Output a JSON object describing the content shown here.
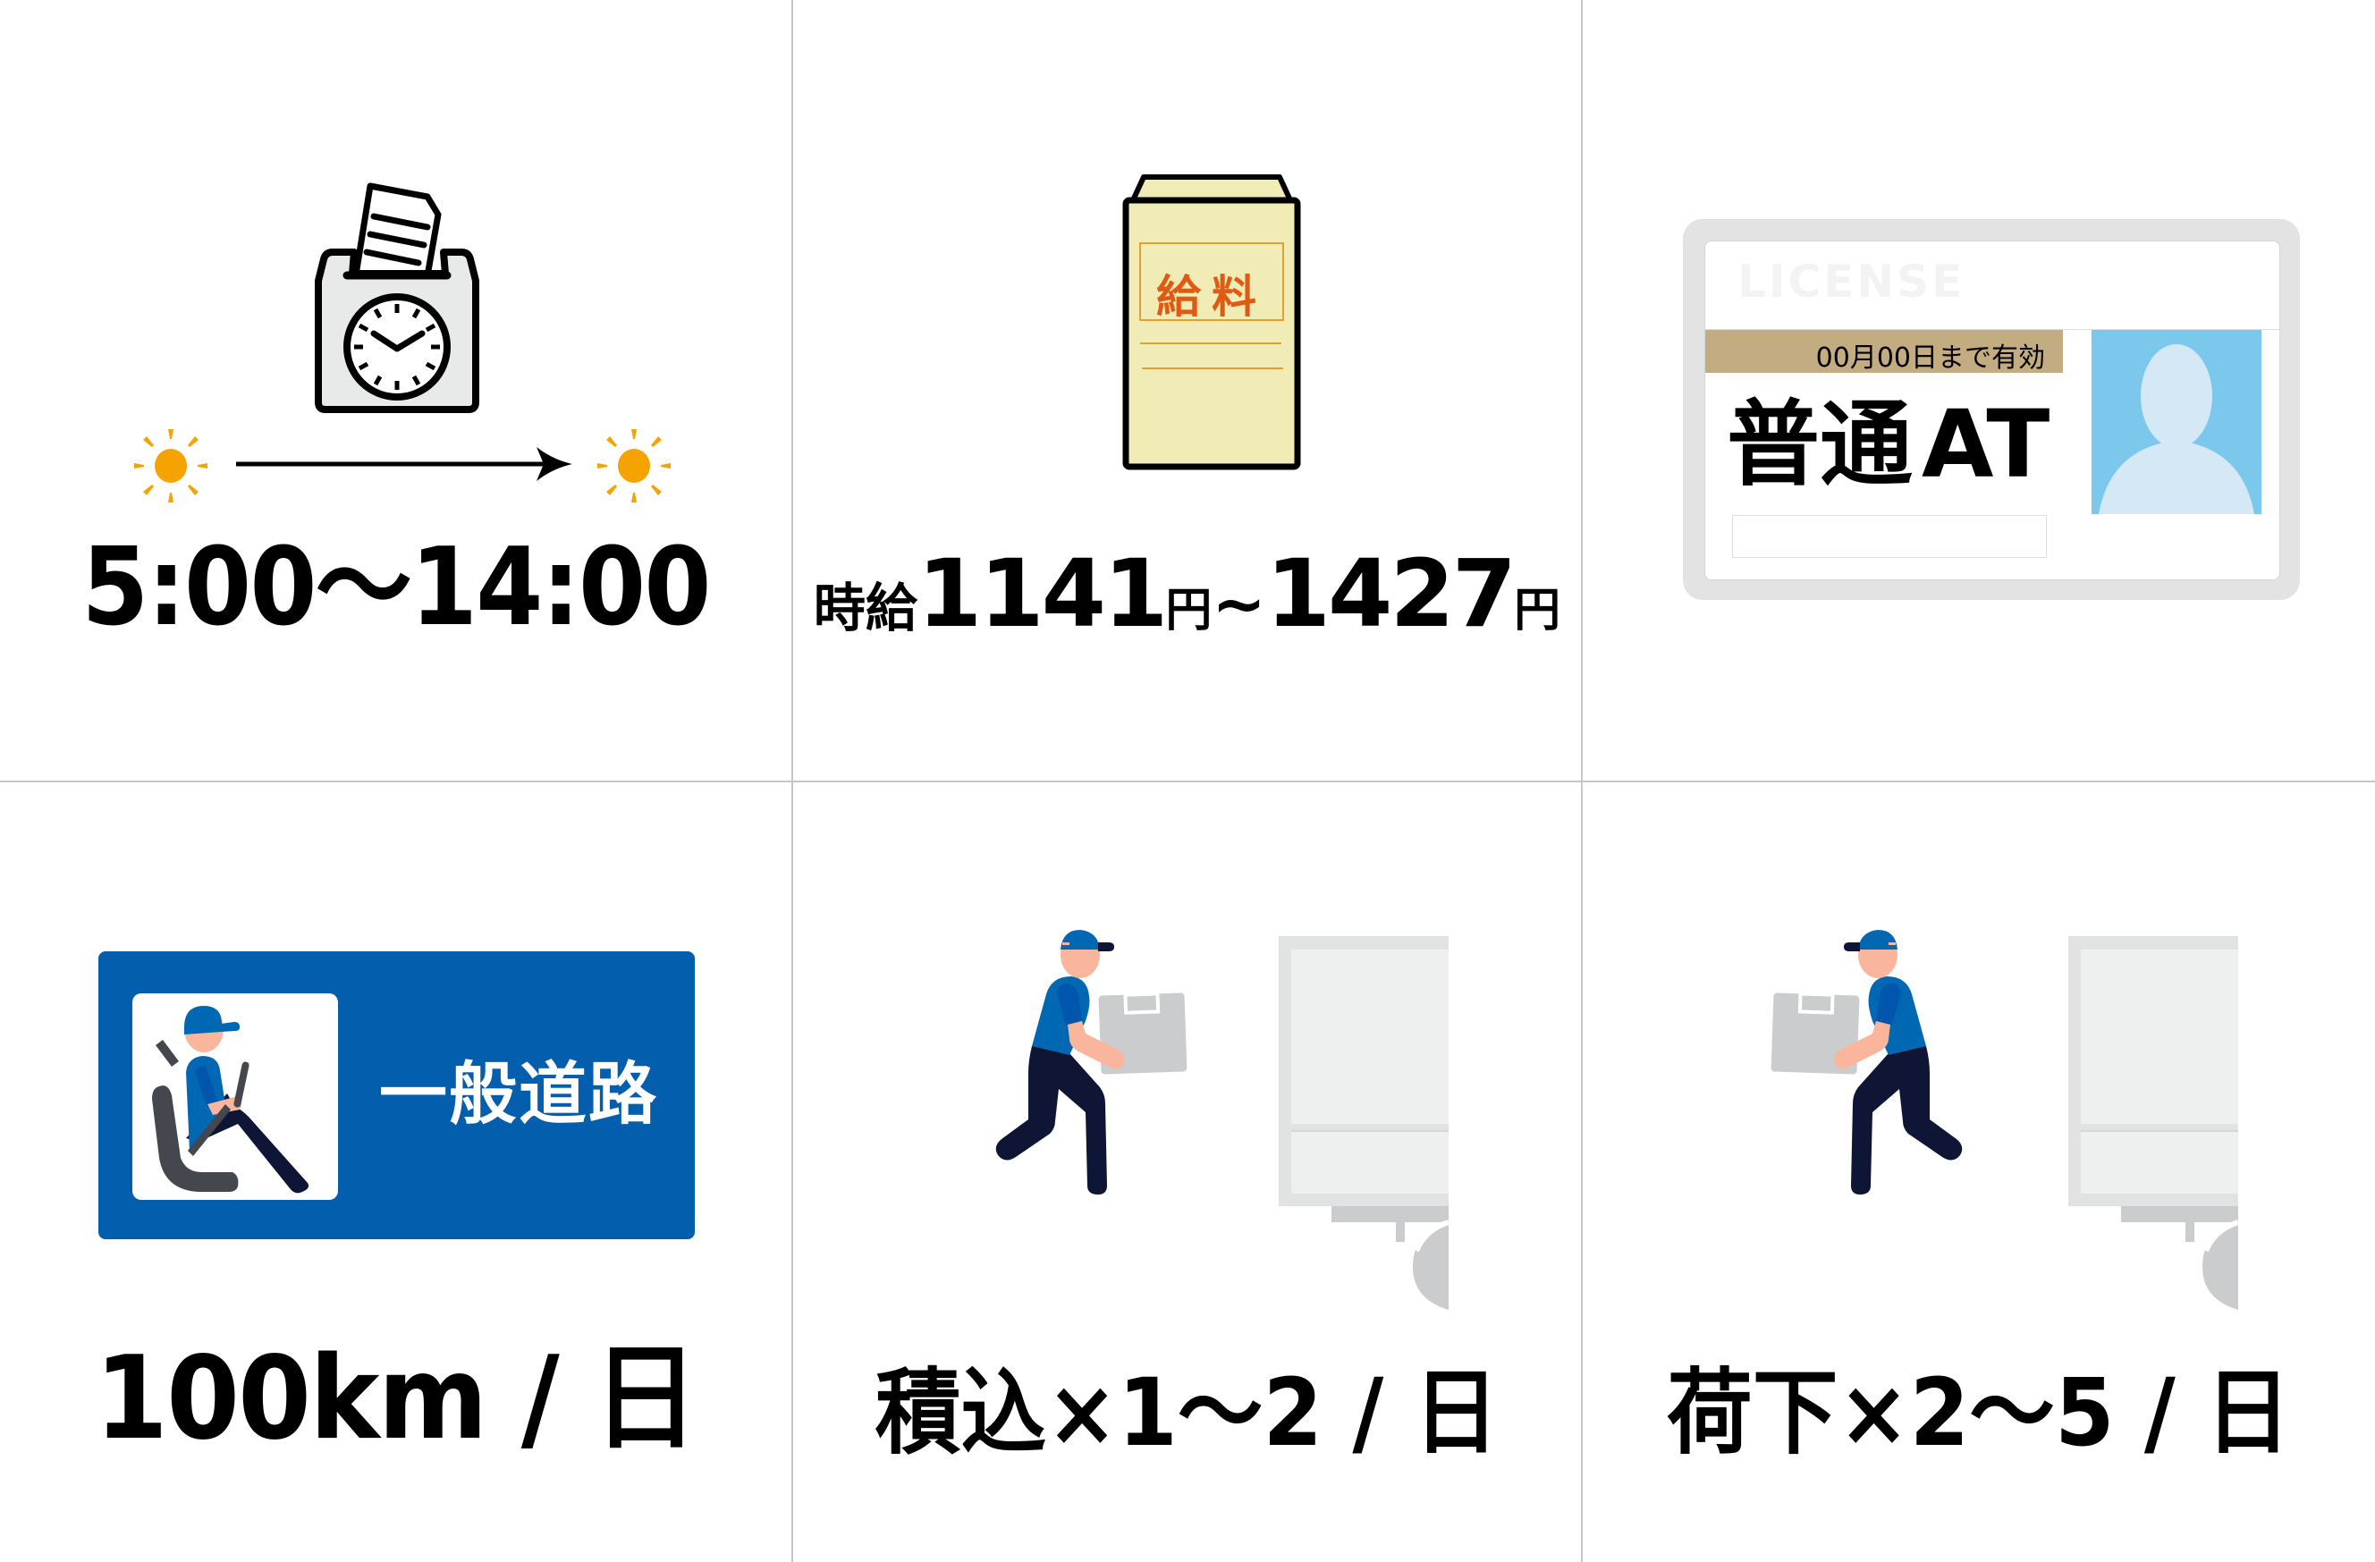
{
  "grid": {
    "line_color": "#c6c6c6",
    "columns": 3,
    "rows": 2
  },
  "cells": [
    {
      "id": "work-hours",
      "icon": "time-clock-icon",
      "secondary_icons": [
        "sun-icon",
        "arrow-right-icon",
        "sun-icon"
      ],
      "text": "5:00〜14:00",
      "sun_color": "#f5a300"
    },
    {
      "id": "hourly-wage",
      "icon": "salary-envelope-icon",
      "envelope_label": "給料",
      "envelope_color": "#f1ecb5",
      "envelope_label_color": "#e05a14",
      "text_prefix": "時給",
      "wage_min": "1141",
      "unit": "円",
      "separator": "~",
      "wage_max": "1427"
    },
    {
      "id": "license",
      "icon": "drivers-license-icon",
      "card_header": "LICENSE",
      "validity": "00月00日まで有効",
      "license_type": "普通",
      "transmission": "AT",
      "validity_bar_color": "#c3ac82",
      "photo_bg_color": "#7bc8ec"
    },
    {
      "id": "daily-distance",
      "icon": "road-sign-icon",
      "sign_label": "一般道路",
      "sign_color": "#035fad",
      "text": "100km / 日"
    },
    {
      "id": "loading",
      "icon": "worker-loading-truck-icon",
      "action": "積込",
      "times_symbol": "×",
      "range": "1〜2",
      "per_day": " / 日"
    },
    {
      "id": "unloading",
      "icon": "worker-unloading-truck-icon",
      "action": "荷下",
      "times_symbol": "×",
      "range": "2〜5",
      "per_day": " / 日"
    }
  ]
}
